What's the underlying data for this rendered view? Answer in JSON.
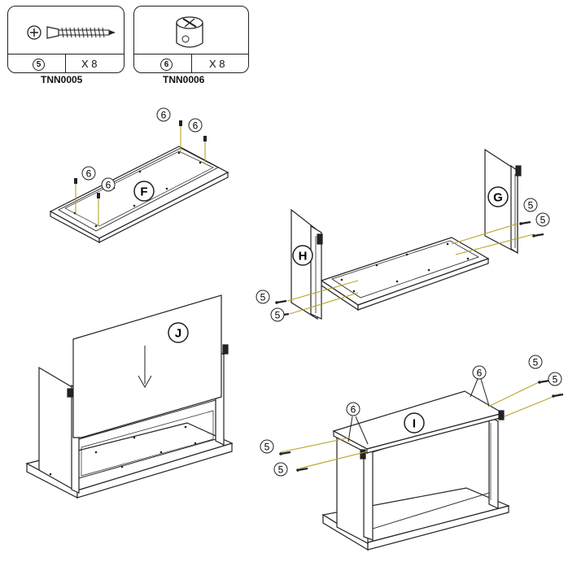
{
  "hardware": [
    {
      "number": "5",
      "quantity": "X 8",
      "code": "TNN0005",
      "icon": "screw-icon"
    },
    {
      "number": "6",
      "quantity": "X 8",
      "code": "TNN0006",
      "icon": "cam-lock-icon"
    }
  ],
  "panels": {
    "F": "F",
    "G": "G",
    "H": "H",
    "I": "I",
    "J": "J"
  },
  "callouts": {
    "cam": "6",
    "screw": "5"
  },
  "colors": {
    "line": "#222222",
    "guide": "#b5a42a",
    "panel_fill": "#ffffff"
  }
}
